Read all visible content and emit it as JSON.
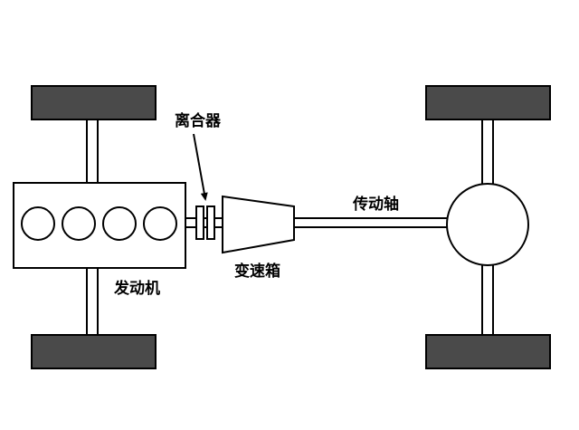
{
  "labels": {
    "clutch": "离合器",
    "gearbox": "变速箱",
    "driveshaft": "传动轴",
    "engine": "发动机"
  },
  "colors": {
    "tire": "#4a4a4a",
    "stroke": "#000000",
    "fill": "#ffffff"
  }
}
